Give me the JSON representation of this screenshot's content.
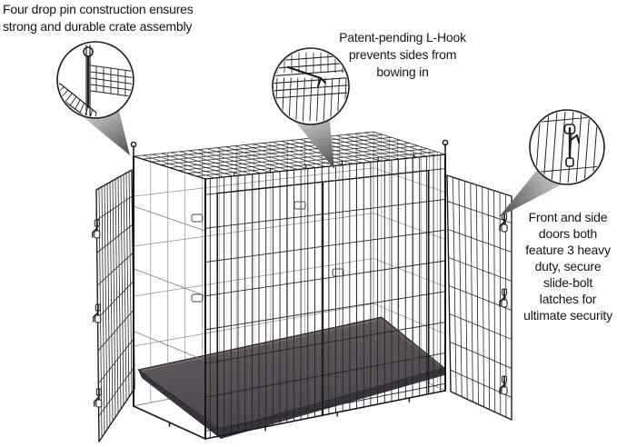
{
  "image_type": "product-feature-diagram",
  "product": "wire-dog-crate-with-leak-proof-pan",
  "annotations": {
    "drop_pin": {
      "align": "left",
      "lines": [
        "Four drop pin construction ensures",
        "strong and durable crate assembly"
      ]
    },
    "l_hook": {
      "align": "center",
      "lines": [
        "Patent-pending L-Hook",
        "prevents sides from",
        "bowing in"
      ]
    },
    "slide_bolt": {
      "align": "center",
      "lines": [
        "Front and side",
        "doors both",
        "feature 3 heavy",
        "duty, secure",
        "slide-bolt",
        "latches for",
        "ultimate security"
      ]
    }
  },
  "callouts": [
    {
      "icon": "drop-pin-detail-icon",
      "target": "top-left-corner-post"
    },
    {
      "icon": "l-hook-detail-icon",
      "target": "crate-roof"
    },
    {
      "icon": "slide-bolt-latch-detail-icon",
      "target": "side-door-latch"
    }
  ],
  "colors": {
    "background": "#ffffff",
    "wire": "#222222",
    "interior_wire": "#8f8f8f",
    "pan_light": "#615b5f",
    "pan_dark": "#48454a",
    "pan_rim": "#37343a",
    "wedge_light": "#c8c8c8",
    "wedge_dark": "#4d4d4d",
    "text": "#151515"
  }
}
